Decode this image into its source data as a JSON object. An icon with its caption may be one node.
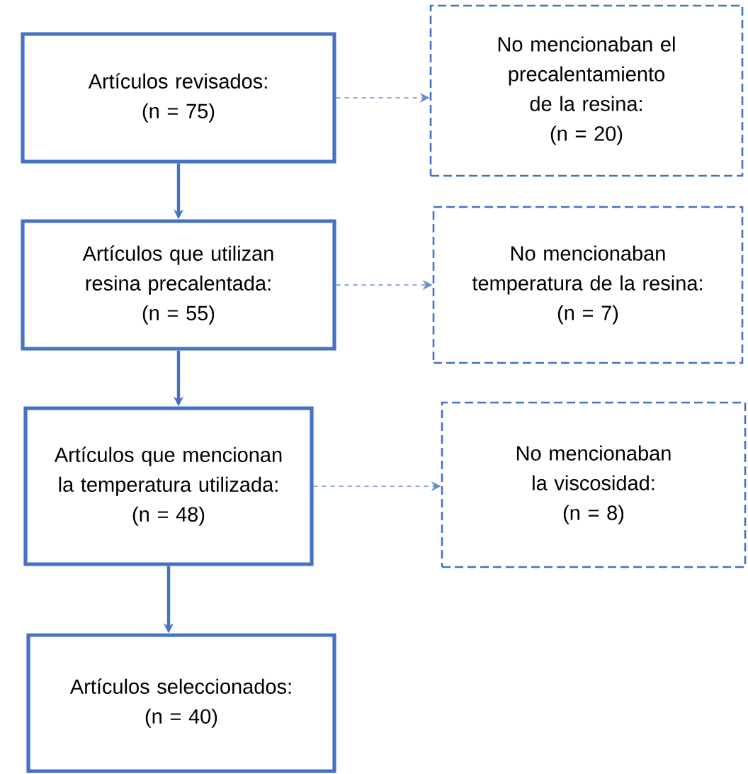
{
  "diagram": {
    "nodes": [
      {
        "text": [
          "Artículos revisados:",
          "(n = 75)"
        ]
      },
      {
        "text": [
          "No mencionaban el precalentamiento de la resina:",
          "(n = 20)"
        ]
      },
      {
        "text": [
          "Artículos que utilizan resina precalentada:",
          "(n = 55)"
        ]
      },
      {
        "text": [
          "No mencionaban temperatura de la resina:",
          "(n = 7)"
        ]
      },
      {
        "text": [
          "Artículos que mencionan la temperatura utilizada:",
          "(n = 48)"
        ]
      },
      {
        "text": [
          "No mencionaban la viscosidad:",
          "(n = 8)"
        ]
      },
      {
        "text": [
          "Artículos seleccionados:",
          "(n = 40)"
        ]
      }
    ],
    "edges": [
      {
        "from": 0,
        "to": 1,
        "arrow": "to",
        "style": "dashed"
      },
      {
        "from": 0,
        "to": 2,
        "arrow": "to"
      },
      {
        "from": 2,
        "to": 3,
        "arrow": "to",
        "style": "dashed"
      },
      {
        "from": 2,
        "to": 4,
        "arrow": "to"
      },
      {
        "from": 4,
        "to": 5,
        "arrow": "to",
        "style": "dashed"
      },
      {
        "from": 4,
        "to": 6,
        "arrow": "to"
      }
    ]
  }
}
